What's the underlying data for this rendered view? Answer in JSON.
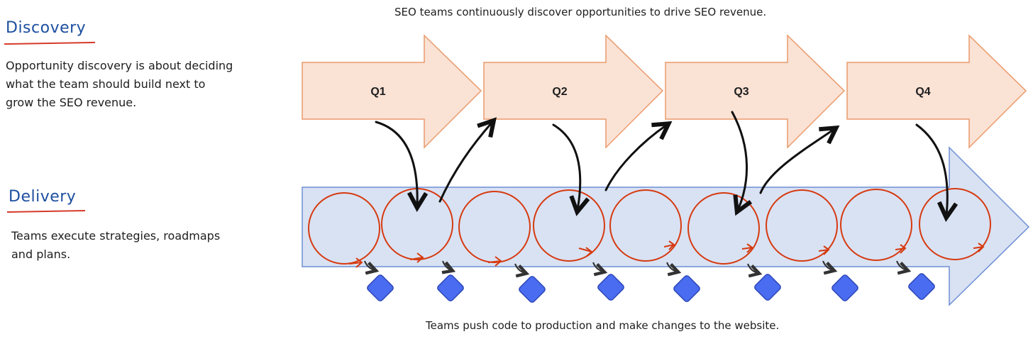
{
  "discovery": {
    "title": "Discovery",
    "lines": [
      "Opportunity discovery is about deciding",
      "what the team should build next to",
      "grow the SEO revenue."
    ]
  },
  "delivery": {
    "title": "Delivery",
    "lines": [
      "Teams execute strategies, roadmaps",
      "and plans."
    ]
  },
  "captions": {
    "top": "SEO teams continuously discover opportunities to drive SEO revenue.",
    "bottom": "Teams push code to production and make changes to the website."
  },
  "quarters": [
    "Q1",
    "Q2",
    "Q3",
    "Q4"
  ],
  "colors": {
    "quarter_fill": "#fae2d5",
    "quarter_stroke": "#ea9a6c",
    "delivery_fill": "#d9e2f3",
    "delivery_stroke": "#6d8fd3",
    "cycle_stroke": "#d63a10",
    "diamond_fill": "#4a6cf0",
    "arrow_black": "#111111",
    "title_blue": "#1d4fa0",
    "underline_red": "#d63a2a"
  }
}
